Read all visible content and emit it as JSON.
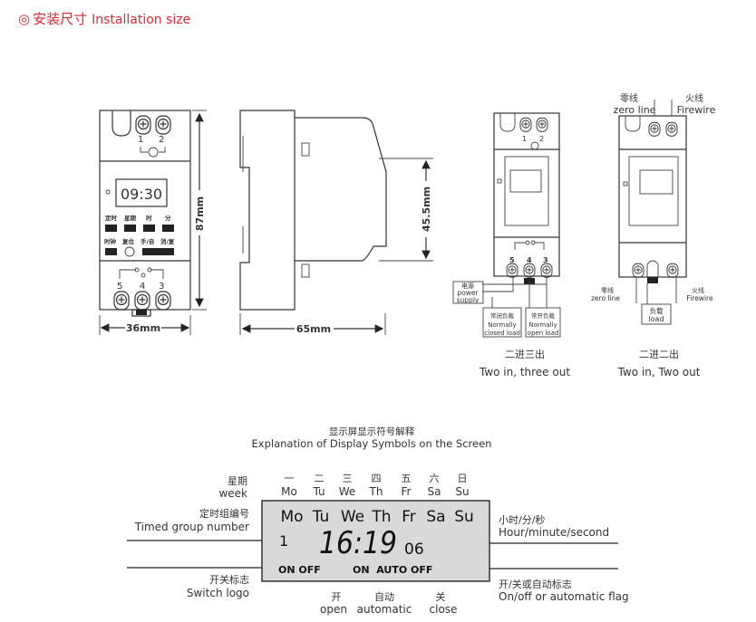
{
  "title": {
    "symbol": "◎",
    "cn": "安装尺寸",
    "en": "Installation size",
    "color": "#d42a35"
  },
  "front_view": {
    "terminals_top": [
      "1",
      "2"
    ],
    "terminals_bottom": [
      "5",
      "4",
      "3"
    ],
    "display_time": "09:30",
    "button_labels_row1": [
      "定时",
      "星期",
      "时",
      "分"
    ],
    "button_labels_row2": [
      "时钟",
      "复位",
      "手/自",
      "消/复"
    ],
    "height_dim": "87mm",
    "width_dim": "36mm"
  },
  "side_view": {
    "height_dim": "45.5mm",
    "depth_dim": "65mm"
  },
  "wiring_three_out": {
    "terminals_top": [
      "1",
      "2"
    ],
    "terminals_bottom": [
      "5",
      "4",
      "3"
    ],
    "power_cn": "电源",
    "power_en1": "power",
    "power_en2": "supply",
    "nc_cn": "常闭负载",
    "nc_en1": "Normally",
    "nc_en2": "closed load",
    "no_cn": "常开负载",
    "no_en1": "Normally",
    "no_en2": "open load",
    "caption_cn": "二进三出",
    "caption_en": "Two in, three out"
  },
  "wiring_two_out": {
    "zero_cn": "零线",
    "zero_en": "zero line",
    "fire_cn": "火线",
    "fire_en": "Firewire",
    "zero_cn_b": "零线",
    "zero_en_b": "zero line",
    "fire_cn_b": "火线",
    "fire_en_b": "Firewire",
    "load_cn": "负载",
    "load_en": "load",
    "caption_cn": "二进二出",
    "caption_en": "Two in, Two out"
  },
  "display_section": {
    "title_cn": "显示屏显示符号解释",
    "title_en": "Explanation of Display Symbols on the Screen",
    "days": [
      {
        "cn": "一",
        "en": "Mo"
      },
      {
        "cn": "二",
        "en": "Tu"
      },
      {
        "cn": "三",
        "en": "We"
      },
      {
        "cn": "四",
        "en": "Th"
      },
      {
        "cn": "五",
        "en": "Fr"
      },
      {
        "cn": "六",
        "en": "Sa"
      },
      {
        "cn": "日",
        "en": "Su"
      }
    ],
    "week_cn": "星期",
    "week_en": "week",
    "group_cn": "定时组编号",
    "group_en": "Timed group number",
    "switch_cn": "开关标志",
    "switch_en": "Switch logo",
    "hms_cn": "小时/分/秒",
    "hms_en": "Hour/minute/second",
    "flag_cn": "开/关或自动标志",
    "flag_en": "On/off or automatic flag",
    "lcd": {
      "days": [
        "Mo",
        "Tu",
        "We",
        "Th",
        "Fr",
        "Sa",
        "Su"
      ],
      "group_number": "1",
      "time": "16:19",
      "seconds": "06",
      "onoff": "ON OFF",
      "mode": "ON  AUTO OFF"
    },
    "open_cn": "开",
    "open_en": "open",
    "auto_cn": "自动",
    "auto_en": "automatic",
    "close_cn": "关",
    "close_en": "close"
  }
}
